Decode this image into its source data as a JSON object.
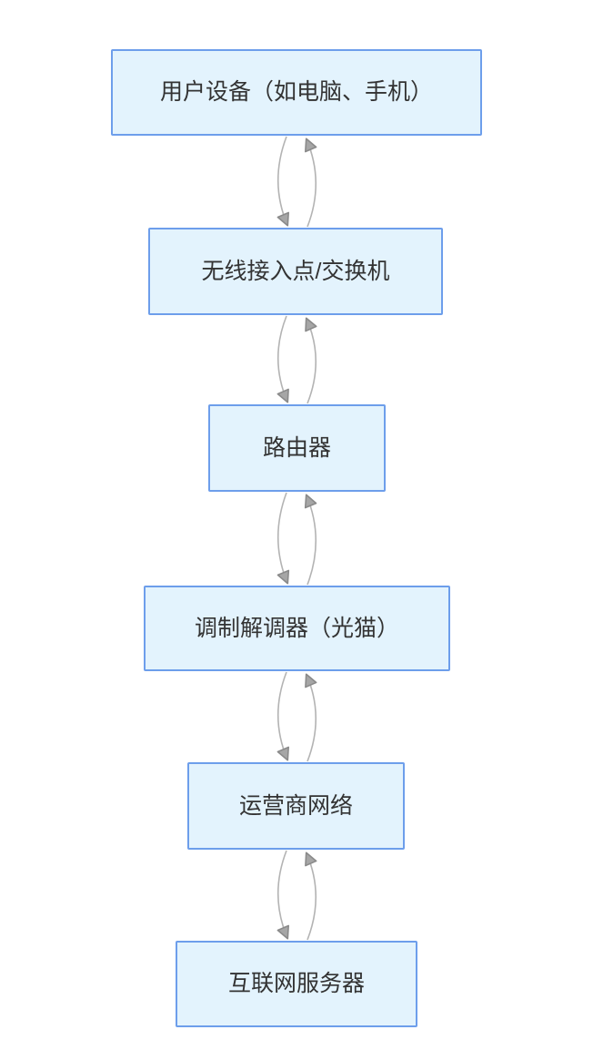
{
  "diagram": {
    "type": "flowchart",
    "direction": "top-down",
    "colors": {
      "node_fill": "#e3f3fd",
      "node_border": "#6d9eeb",
      "text": "#333333",
      "connector_line": "#b3b3b3",
      "arrowhead_fill": "#a6a6a6",
      "arrowhead_stroke": "#8a8a8a",
      "background": "#ffffff"
    },
    "nodes": [
      {
        "id": "user-device",
        "label": "用户设备（如电脑、手机）"
      },
      {
        "id": "access-point",
        "label": "无线接入点/交换机"
      },
      {
        "id": "router",
        "label": "路由器"
      },
      {
        "id": "modem",
        "label": "调制解调器（光猫）"
      },
      {
        "id": "carrier-network",
        "label": "运营商网络"
      },
      {
        "id": "internet-server",
        "label": "互联网服务器"
      }
    ],
    "edges": [
      {
        "from": "user-device",
        "to": "access-point",
        "bidirectional": true
      },
      {
        "from": "access-point",
        "to": "router",
        "bidirectional": true
      },
      {
        "from": "router",
        "to": "modem",
        "bidirectional": true
      },
      {
        "from": "modem",
        "to": "carrier-network",
        "bidirectional": true
      },
      {
        "from": "carrier-network",
        "to": "internet-server",
        "bidirectional": true
      }
    ]
  }
}
